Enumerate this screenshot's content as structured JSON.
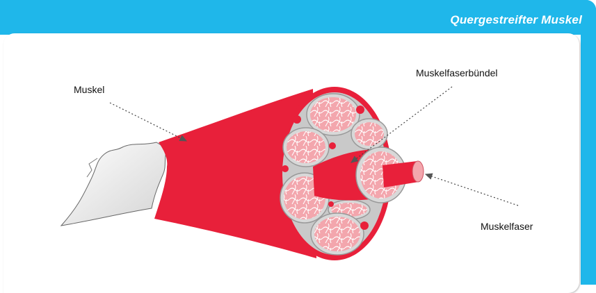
{
  "header": {
    "title": "Quergestreifter Muskel"
  },
  "labels": {
    "muskel": "Muskel",
    "muskelfaserbuendel": "Muskelfaserbündel",
    "muskelfaser": "Muskelfaser"
  },
  "colors": {
    "header": "#1fb7ea",
    "muscle_red": "#e8203a",
    "fascicle_gray": "#d8d8d8",
    "fiber_pink": "#f3a6ad",
    "tendon_white": "#f2f2f2"
  }
}
